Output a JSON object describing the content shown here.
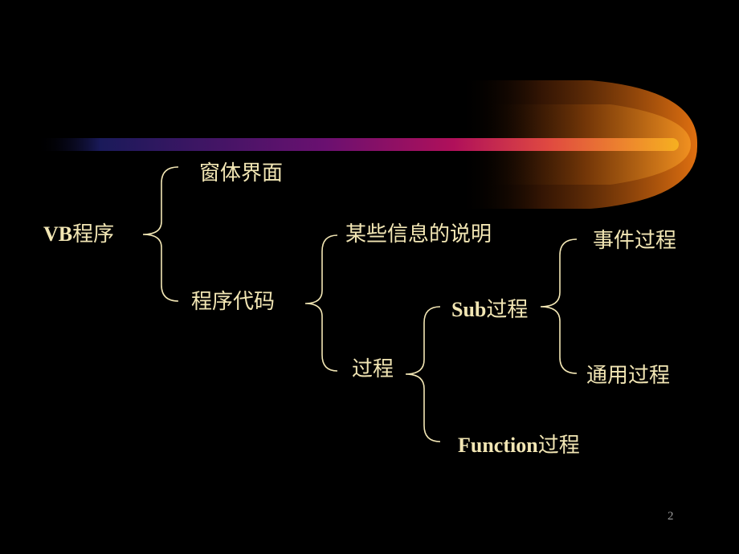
{
  "slide": {
    "page_number": "2",
    "colors": {
      "background": "#000000",
      "text": "#F2E6B4",
      "bracket": "#F2E6B4",
      "bar_start": "#1A1A5A",
      "bar_mid": "#B0105A",
      "bar_end": "#F6B020",
      "glow": "#E07010"
    }
  },
  "tree": {
    "root": {
      "latin": "VB",
      "cjk": "程序"
    },
    "form_ui": "窗体界面",
    "program_code": "程序代码",
    "declarations": "某些信息的说明",
    "procedure": "过程",
    "sub": {
      "latin": "Sub",
      "cjk": "过程"
    },
    "function": {
      "latin": "Function",
      "cjk": "过程"
    },
    "event_procedure": "事件过程",
    "general_procedure": "通用过程"
  }
}
